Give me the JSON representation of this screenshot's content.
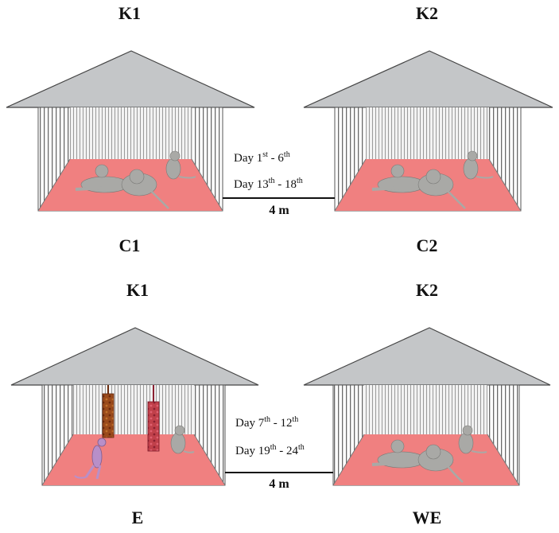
{
  "top": {
    "left_enclosure_label": "K1",
    "right_enclosure_label": "K2",
    "left_group_label": "C1",
    "right_group_label": "C2",
    "day_line_1": {
      "a": "Day 1",
      "a_sup": "st",
      "sep": " - ",
      "b": "6",
      "b_sup": "th"
    },
    "day_line_2": {
      "a": "Day 13",
      "a_sup": "th",
      "sep": " - ",
      "b": "18",
      "b_sup": "th"
    },
    "distance": "4 m"
  },
  "bottom": {
    "left_enclosure_label": "K1",
    "right_enclosure_label": "K2",
    "left_group_label": "E",
    "right_group_label": "WE",
    "day_line_1": {
      "a": "Day 7",
      "a_sup": "th",
      "sep": " - ",
      "b": "12",
      "b_sup": "th"
    },
    "day_line_2": {
      "a": "Day 19",
      "a_sup": "th",
      "sep": " - ",
      "b": "24",
      "b_sup": "th"
    },
    "distance": "4 m"
  },
  "colors": {
    "roof": "#c4c6c8",
    "floor": "#f08080",
    "bars": "#6a6a6a",
    "monkey": "#a9a9a6",
    "feeder_brown": "#9a4a1c",
    "feeder_red": "#c0404a",
    "toy_purple": "#b88fc8"
  }
}
